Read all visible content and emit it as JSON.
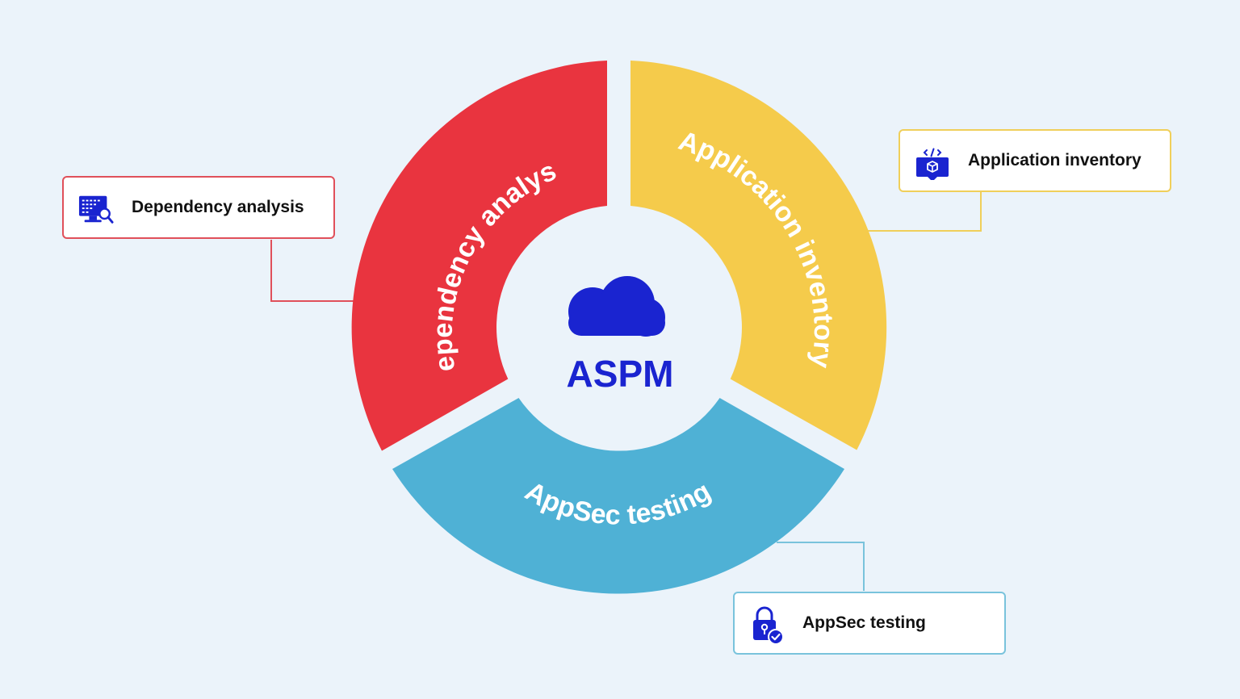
{
  "diagram": {
    "center": {
      "title": "ASPM",
      "icon": "cloud-icon"
    },
    "segments": [
      {
        "key": "dependency",
        "label": "Dependency analysis"
      },
      {
        "key": "inventory",
        "label": "Application inventory"
      },
      {
        "key": "appsec",
        "label": "AppSec testing"
      }
    ],
    "callouts": [
      {
        "key": "dependency",
        "label": "Dependency analysis",
        "icon": "code-scan-monitor-icon"
      },
      {
        "key": "inventory",
        "label": "Application inventory",
        "icon": "code-package-monitor-icon"
      },
      {
        "key": "appsec",
        "label": "AppSec testing",
        "icon": "lock-check-icon"
      }
    ]
  },
  "colors": {
    "background": "#ebf3fa",
    "dependency": "#e9343f",
    "inventory": "#f5cb4b",
    "appsec": "#4fb1d5",
    "brand_blue": "#1a24d0",
    "dependency_border": "#e0505a",
    "inventory_border": "#f0cf5a",
    "appsec_border": "#79c3dc"
  }
}
